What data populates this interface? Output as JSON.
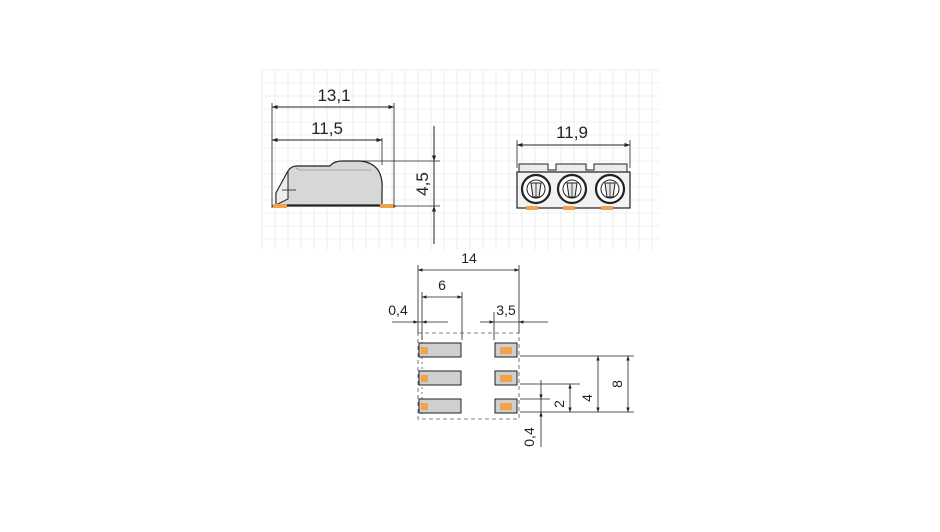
{
  "colors": {
    "line": "#222222",
    "grid": "#dcdcdc",
    "body": "#d6d6d6",
    "pad": "#f3a24a",
    "pad_gray": "#cfcfcf"
  },
  "dimensions": {
    "side_overall": "13,1",
    "side_body": "11,5",
    "side_height": "4,5",
    "front_width": "11,9",
    "fp_overall": "14",
    "fp_pad_length": "6",
    "fp_pad_offset": "0,4",
    "fp_right_pad": "3,5",
    "fp_pitch_total": "8",
    "fp_pitch_two": "4",
    "fp_pitch": "2",
    "fp_pad_gap": "0,4"
  }
}
